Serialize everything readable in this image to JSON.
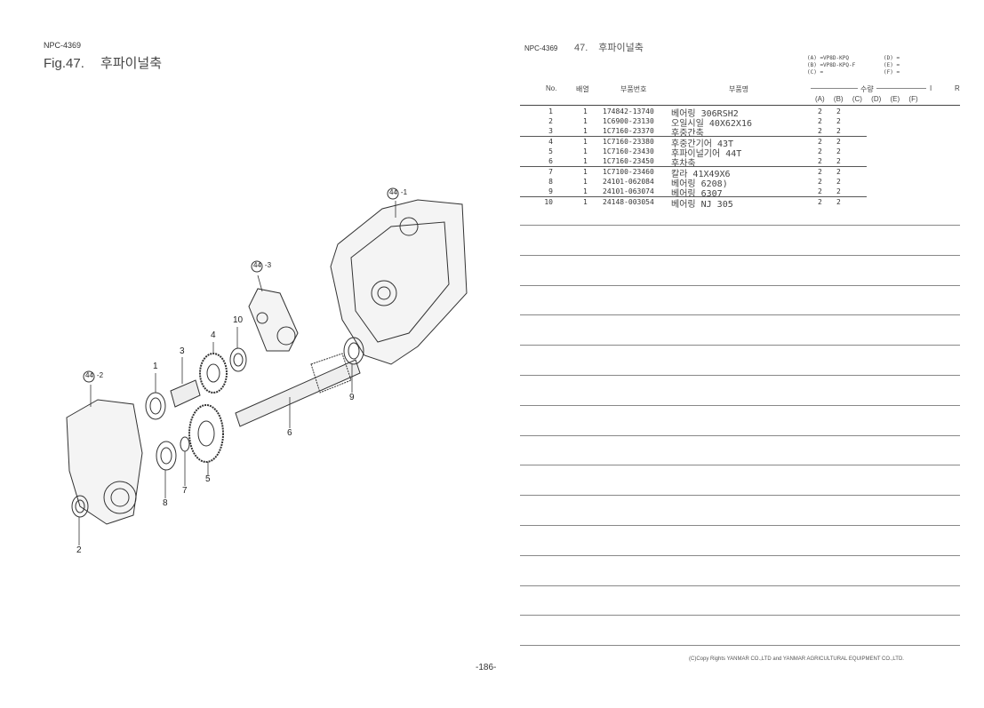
{
  "left_page": {
    "doc_code": "NPC-4369",
    "fig_title": "Fig.47.",
    "fig_name": "후파이널축",
    "callouts": [
      {
        "label": "44",
        "suffix": "-1"
      },
      {
        "label": "44",
        "suffix": "-3"
      },
      {
        "label": "44",
        "suffix": "-2"
      },
      {
        "label": "10"
      },
      {
        "label": "4"
      },
      {
        "label": "3"
      },
      {
        "label": "1"
      },
      {
        "label": "9"
      },
      {
        "label": "6"
      },
      {
        "label": "5"
      },
      {
        "label": "7"
      },
      {
        "label": "8"
      },
      {
        "label": "2"
      }
    ]
  },
  "right_page": {
    "doc_code": "NPC-4369",
    "section_no": "47.",
    "section_name": "후파이널축",
    "models": {
      "a": "(A) =VP8D-KPQ",
      "b": "(B) =VP8D-KPQ-F",
      "c": "(C) =",
      "d": "(D) =",
      "e": "(E) =",
      "f": "(F) ="
    },
    "columns": {
      "no": "No.",
      "arr": "배열",
      "part_no": "부품번호",
      "part_name": "부품명",
      "qty": "수량",
      "i": "I",
      "r": "R",
      "qa": "(A)",
      "qb": "(B)",
      "qc": "(C)",
      "qd": "(D)",
      "qe": "(E)",
      "qf": "(F)"
    },
    "rows": [
      {
        "no": "1",
        "arr": "1",
        "part_no": "174842-13740",
        "name": "베어링 306RSH2",
        "a": "2",
        "b": "2"
      },
      {
        "no": "2",
        "arr": "1",
        "part_no": "1C6900-23130",
        "name": "오일시일 40X62X16",
        "a": "2",
        "b": "2"
      },
      {
        "no": "3",
        "arr": "1",
        "part_no": "1C7160-23370",
        "name": "후중간축",
        "a": "2",
        "b": "2"
      },
      {
        "no": "4",
        "arr": "1",
        "part_no": "1C7160-23380",
        "name": "후중간기어 43T",
        "a": "2",
        "b": "2"
      },
      {
        "no": "5",
        "arr": "1",
        "part_no": "1C7160-23430",
        "name": "후파이널기어 44T",
        "a": "2",
        "b": "2"
      },
      {
        "no": "6",
        "arr": "1",
        "part_no": "1C7160-23450",
        "name": "후차축",
        "a": "2",
        "b": "2"
      },
      {
        "no": "7",
        "arr": "1",
        "part_no": "1C7100-23460",
        "name": "칼라 41X49X6",
        "a": "2",
        "b": "2"
      },
      {
        "no": "8",
        "arr": "1",
        "part_no": "24101-062084",
        "name": "베어링 6208)",
        "a": "2",
        "b": "2"
      },
      {
        "no": "9",
        "arr": "1",
        "part_no": "24101-063074",
        "name": "베어링 6307",
        "a": "2",
        "b": "2"
      },
      {
        "no": "10",
        "arr": "1",
        "part_no": "24148-003054",
        "name": "베어링 NJ 305",
        "a": "2",
        "b": "2"
      }
    ],
    "copyright": "(C)Copy Rights  YANMAR CO.,LTD and YANMAR AGRICULTURAL EQUIPMENT CO.,LTD."
  },
  "page_number": "-186-"
}
